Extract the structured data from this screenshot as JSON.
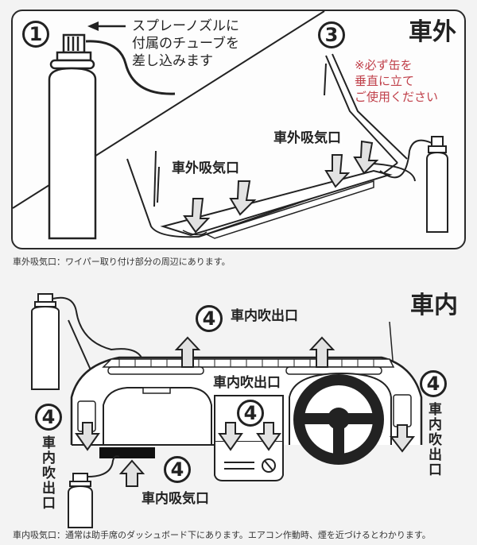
{
  "exterior": {
    "title": "車外",
    "step1": {
      "number": "1",
      "text": "スプレーノズルに\n付属のチューブを\n差し込みます"
    },
    "step3": {
      "number": "3",
      "warning": "※必ず缶を\n垂直に立て\nご使用ください"
    },
    "intake_labels": [
      "車外吸気口",
      "車外吸気口"
    ],
    "note": "車外吸気口：ワイパー取り付け部分の周辺にあります。"
  },
  "interior": {
    "title": "車内",
    "step4_number": "4",
    "outlet_label": "車内吹出口",
    "center_outlet_label": "車内吹出口",
    "left_outlet_label": "車内吹出口",
    "right_outlet_label": "車内吹出口",
    "intake_label": "車内吸気口",
    "note": "車内吸気口：通常は助手席のダッシュボード下にあります。エアコン作動時、煙を近づけるとわかります。"
  },
  "colors": {
    "line": "#222222",
    "warning": "#c0404a",
    "arrow_fill": "#e2e2e2"
  }
}
